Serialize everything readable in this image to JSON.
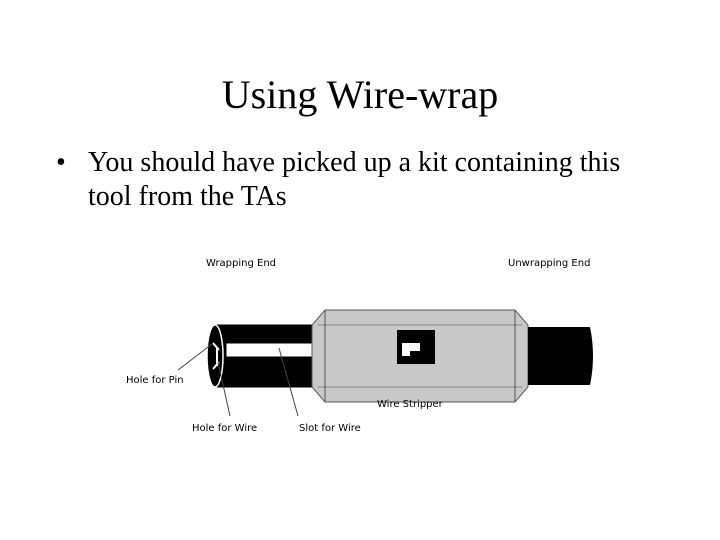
{
  "slide": {
    "title": "Using Wire-wrap",
    "bullet": "You should have picked up a kit containing this tool from the TAs",
    "bullet_glyph": "•"
  },
  "diagram": {
    "labels": {
      "wrapping_end": "Wrapping End",
      "unwrapping_end": "Unwrapping End",
      "hole_for_pin": "Hole for Pin",
      "wire_stripper": "Wire Stripper",
      "hole_for_wire": "Hole for Wire",
      "slot_for_wire": "Slot for Wire"
    },
    "colors": {
      "tool_body": "#c8c8c8",
      "tool_dark": "#000000",
      "outline": "#555555"
    }
  }
}
